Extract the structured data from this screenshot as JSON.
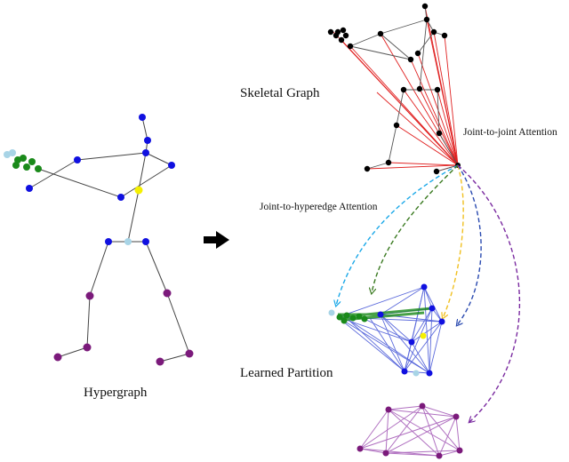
{
  "labels": {
    "hypergraph": "Hypergraph",
    "skeletal_graph": "Skeletal Graph",
    "joint_to_joint": "Joint-to-joint Attention",
    "joint_to_hyperedge": "Joint-to-hyperedge Attention",
    "learned_partition": "Learned Partition"
  },
  "colors": {
    "blue_group": "#1010e0",
    "light_blue_group": "#a8d4e6",
    "green_group": "#1a8a1a",
    "yellow_group": "#f5f000",
    "purple_group": "#7b1a7b",
    "black_joint": "#000000",
    "attention_edge": "#e02020",
    "partition_blue": "#4a5ad8",
    "partition_purple": "#b070c0",
    "arrow_cyan": "#1aa8e8",
    "arrow_green": "#3a7a20",
    "arrow_yellow": "#f0c020",
    "arrow_blue": "#2a4ab0",
    "arrow_purple": "#7a2aa0",
    "center_arrow": "#000000"
  },
  "icons": {
    "center_arrow": "right-arrow-icon"
  }
}
